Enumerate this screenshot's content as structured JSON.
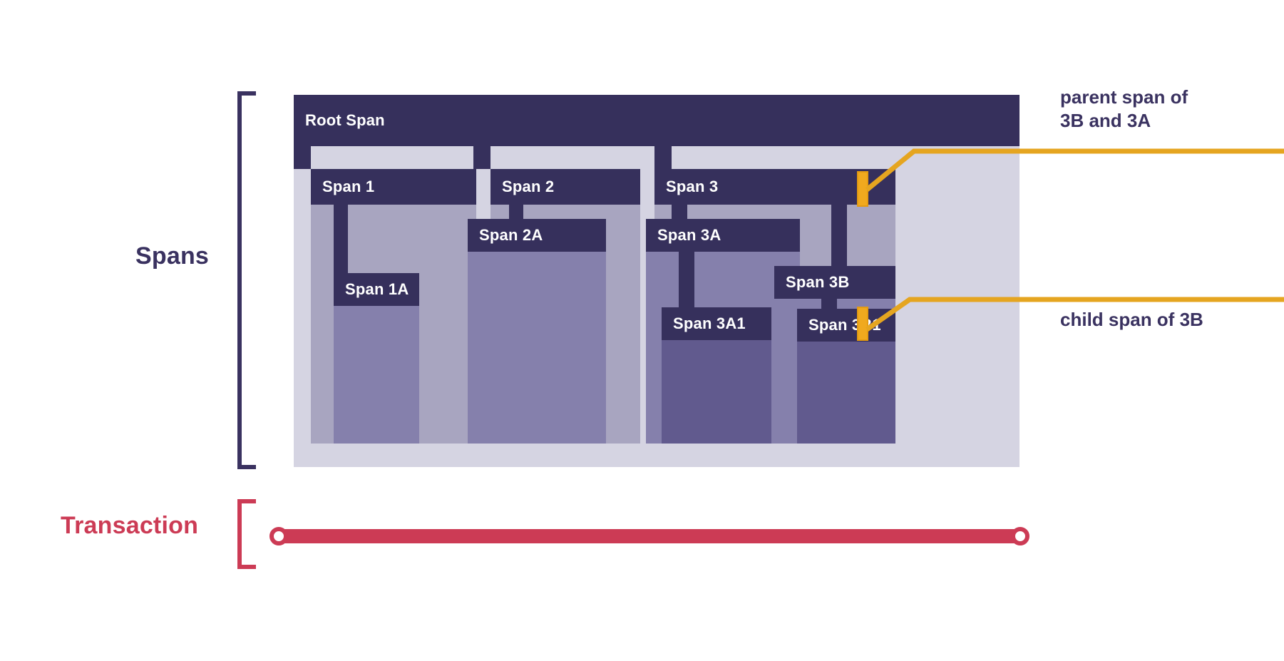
{
  "diagram": {
    "title_left_labels": {
      "spans": "Spans",
      "transaction": "Transaction"
    },
    "colors": {
      "span_header": "#36305C",
      "span_body_l1": "#D5D4E2",
      "span_body_l2": "#A8A5C0",
      "span_body_l3": "#8580AC",
      "span_body_l4": "#615A8E",
      "marker": "#F0A91E",
      "leader_line": "#E5A520",
      "transaction": "#CC3B55",
      "text_dark": "#3A3260"
    },
    "spans": [
      {
        "id": "root",
        "label": "Root Span"
      },
      {
        "id": "s1",
        "label": "Span 1"
      },
      {
        "id": "s1a",
        "label": "Span 1A"
      },
      {
        "id": "s2",
        "label": "Span 2"
      },
      {
        "id": "s2a",
        "label": "Span 2A"
      },
      {
        "id": "s3",
        "label": "Span 3"
      },
      {
        "id": "s3a",
        "label": "Span 3A"
      },
      {
        "id": "s3a1",
        "label": "Span 3A1"
      },
      {
        "id": "s3b",
        "label": "Span 3B"
      },
      {
        "id": "s3b1",
        "label": "Span 3B1"
      }
    ],
    "annotations": [
      {
        "id": "a1",
        "text": "parent span of\n3B and 3A",
        "target": "Span 3"
      },
      {
        "id": "a2",
        "text": "child span of 3B",
        "target": "Span 3B1"
      }
    ],
    "transaction": {
      "start_marker": "circle",
      "end_marker": "circle"
    }
  }
}
